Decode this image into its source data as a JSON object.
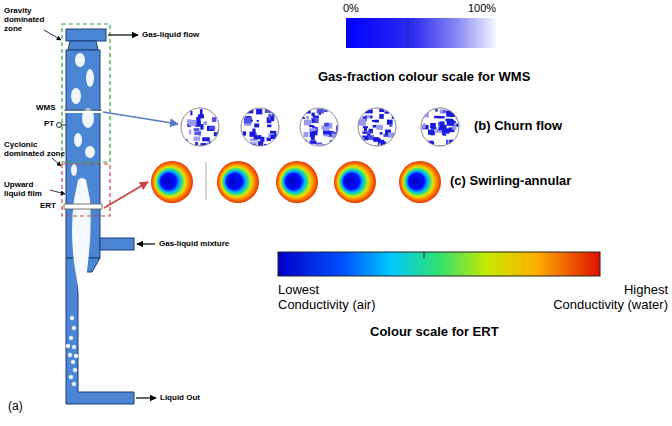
{
  "diagram": {
    "labels": [
      "Gravity dominated zone",
      "Gas-liquid flow",
      "WMS",
      "PT",
      "Cyclonic dominated zone",
      "Upward liquid film",
      "ERT",
      "Gas-liquid mixture",
      "Liquid Out",
      "(a)",
      "0%",
      "100%",
      "Gas-fraction colour scale for WMS",
      "(b) Churn flow",
      "(c) Swirling-annular",
      "Lowest Conductivity (air)",
      "Highest Conductivity (water)",
      "Colour scale for ERT"
    ]
  }
}
